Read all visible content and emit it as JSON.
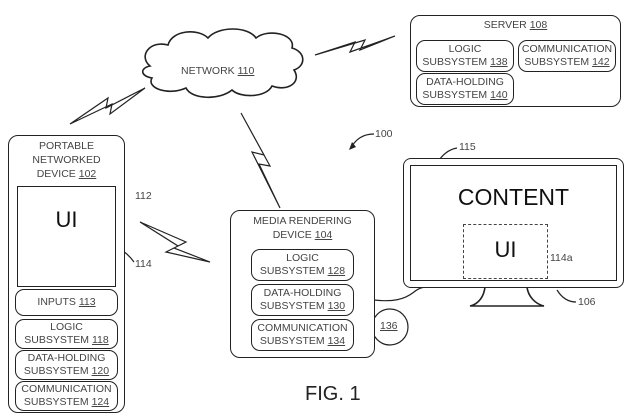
{
  "figure_label": "FIG. 1",
  "system_ref": "100",
  "network": {
    "label": "NETWORK",
    "ref": "110"
  },
  "server": {
    "label": "SERVER",
    "ref": "108",
    "subsystems": [
      {
        "line1": "LOGIC",
        "line2": "SUBSYSTEM",
        "ref": "138"
      },
      {
        "line1": "COMMUNICATION",
        "line2": "SUBSYSTEM",
        "ref": "142"
      },
      {
        "line1": "DATA-HOLDING",
        "line2": "SUBSYSTEM",
        "ref": "140"
      }
    ]
  },
  "portable_device": {
    "line1": "PORTABLE",
    "line2": "NETWORKED",
    "line3": "DEVICE",
    "ref": "102",
    "screen_ref": "112",
    "ui_label": "UI",
    "ui_ref": "114",
    "components": [
      {
        "line1": "INPUTS",
        "line2": "",
        "ref": "113"
      },
      {
        "line1": "LOGIC",
        "line2": "SUBSYSTEM",
        "ref": "118"
      },
      {
        "line1": "DATA-HOLDING",
        "line2": "SUBSYSTEM",
        "ref": "120"
      },
      {
        "line1": "COMMUNICATION",
        "line2": "SUBSYSTEM",
        "ref": "124"
      }
    ]
  },
  "media_device": {
    "line1": "MEDIA RENDERING",
    "line2": "DEVICE",
    "ref": "104",
    "subsystems": [
      {
        "line1": "LOGIC",
        "line2": "SUBSYSTEM",
        "ref": "128"
      },
      {
        "line1": "DATA-HOLDING",
        "line2": "SUBSYSTEM",
        "ref": "130"
      },
      {
        "line1": "COMMUNICATION",
        "line2": "SUBSYSTEM",
        "ref": "134"
      }
    ],
    "connection_ref": "136"
  },
  "display": {
    "ref": "106",
    "screen_ref": "115",
    "content_label": "CONTENT",
    "ui_label": "UI",
    "ui_ref": "114a"
  }
}
